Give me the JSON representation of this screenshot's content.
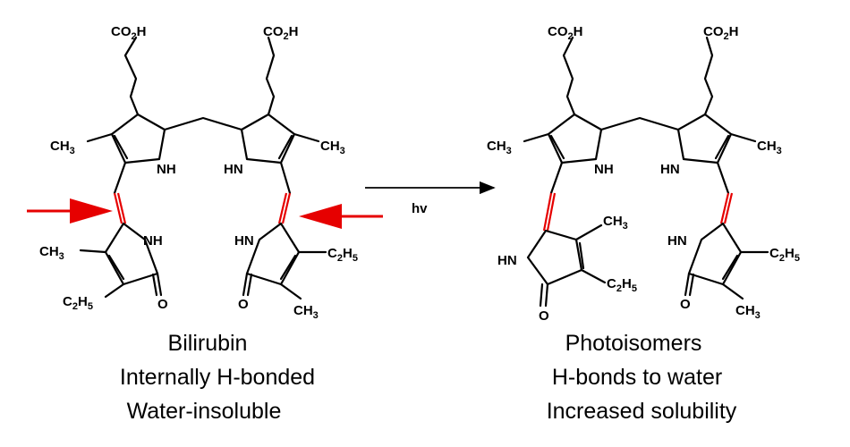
{
  "colors": {
    "ink": "#000000",
    "highlight": "#e60000",
    "background": "#ffffff"
  },
  "labels": {
    "co2h": "CO",
    "co2h_sub": "2",
    "co2h_tail": "H",
    "ch": "CH",
    "ch3_sub": "3",
    "c2h": "C",
    "c2h5_sub1": "2",
    "c2h5_h": "H",
    "c2h5_sub2": "5",
    "nh": "NH",
    "hn": "HN",
    "o": "O",
    "hv": "hv"
  },
  "left": {
    "title": "Bilirubin",
    "line2": "Internally H-bonded",
    "line3": "Water-insoluble"
  },
  "right": {
    "title": "Photoisomers",
    "line2": "H-bonds to water",
    "line3": "Increased solubility"
  },
  "icons": {
    "arrows": [
      "arrow-left-pointer-icon",
      "arrow-right-pointer-icon",
      "reaction-arrow-icon"
    ]
  }
}
